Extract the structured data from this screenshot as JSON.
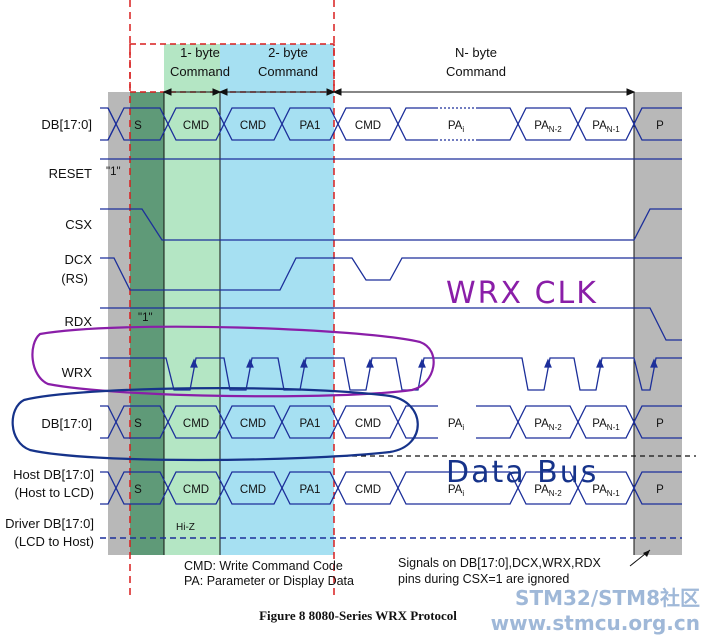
{
  "signals": {
    "db_top": "DB[17:0]",
    "reset": "RESET",
    "csx": "CSX",
    "dcx": "DCX",
    "dcx_rs": "(RS)",
    "rdx": "RDX",
    "wrx": "WRX",
    "db_mid": "DB[17:0]",
    "host1": "Host DB[17:0]",
    "host2": "(Host to LCD)",
    "driver1": "Driver DB[17:0]",
    "driver2": "(LCD to Host)"
  },
  "levels": {
    "reset_one": "\"1\"",
    "rdx_one": "\"1\"",
    "hiz": "Hi-Z"
  },
  "headers": {
    "one_byte_1": "1- byte",
    "one_byte_2": "Command",
    "two_byte_1": "2- byte",
    "two_byte_2": "Command",
    "n_byte_1": "N- byte",
    "n_byte_2": "Command"
  },
  "bus": {
    "s": "S",
    "cmd1": "CMD",
    "cmd2": "CMD",
    "pa1": "PA1",
    "cmd3": "CMD",
    "pai_main": "PA",
    "pai_sub": "i",
    "pan2_main": "PA",
    "pan2_sub": "N-2",
    "pan1_main": "PA",
    "pan1_sub": "N-1",
    "p": "P"
  },
  "legend": {
    "cmd": "CMD:  Write Command Code",
    "pa": "PA:  Parameter or Display Data",
    "note1": "Signals on DB[17:0],DCX,WRX,RDX",
    "note2": "pins during CSX=1 are ignored"
  },
  "caption": "Figure 8 8080-Series WRX Protocol",
  "annotations": {
    "wrx_clk": "WRX CLK",
    "data_bus": "Data Bus"
  },
  "watermark": {
    "line1": "STM32/STM8社区",
    "line2": "www.stmcu.org.cn"
  },
  "colors": {
    "green_region": "#b4e6c4",
    "cyan_region": "#a6e0f2",
    "grey_region": "#b8b8b8",
    "dark_green": "#5f9a78",
    "signal_line": "#1c2f9a",
    "red_dashed": "#d81e1e",
    "purple_mark": "#8a1ea8",
    "navy_mark": "#16338a"
  }
}
